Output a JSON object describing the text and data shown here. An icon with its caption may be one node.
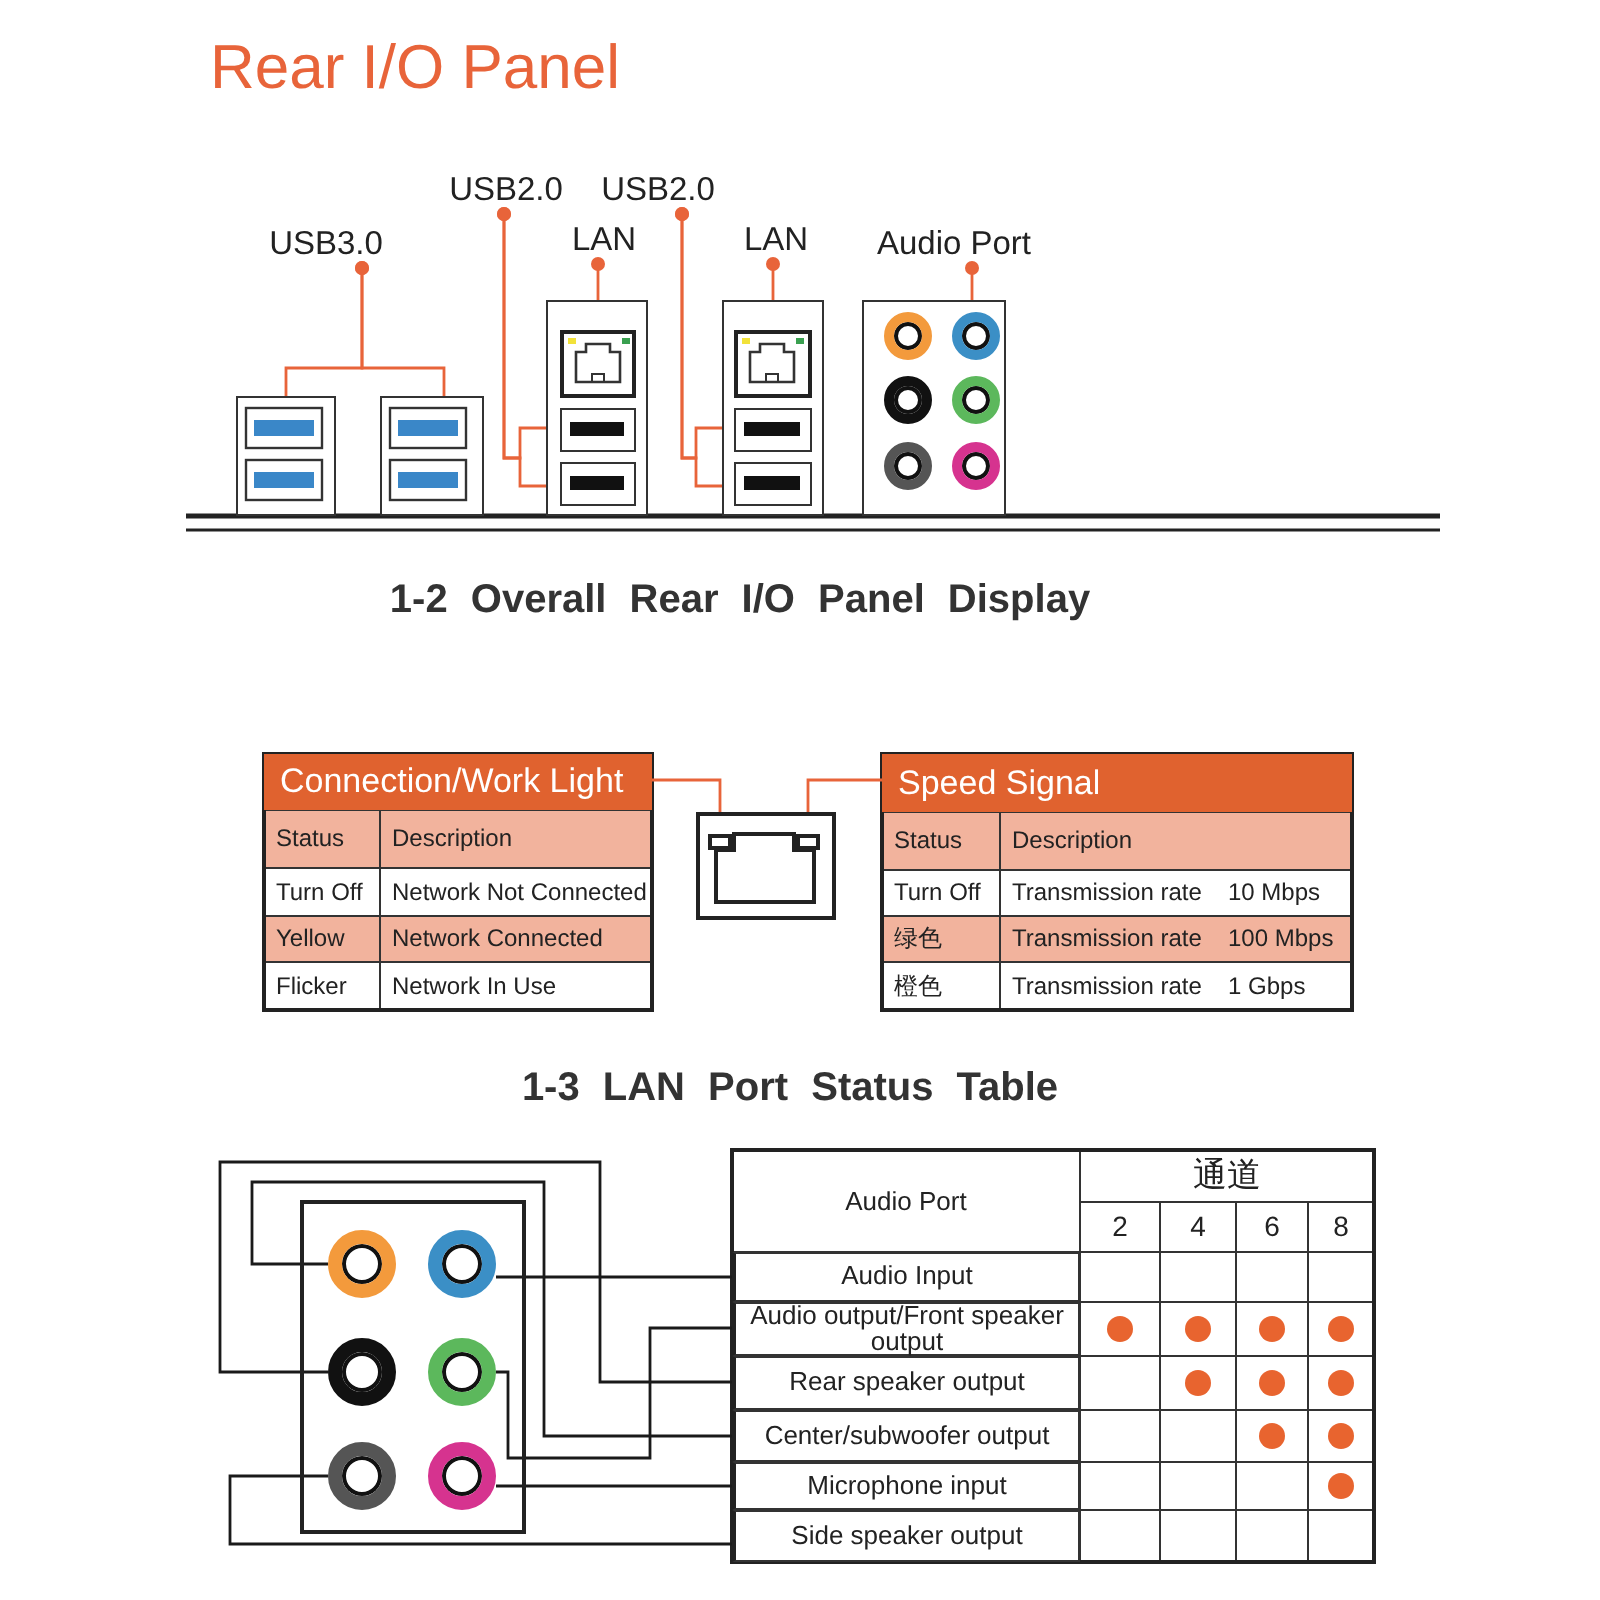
{
  "diagram": {
    "title": "Rear I/O Panel",
    "nodes": [
      {
        "text": [
          "USB3.0"
        ]
      },
      {
        "text": [
          "USB2.0"
        ]
      },
      {
        "text": [
          "LAN"
        ]
      },
      {
        "text": [
          "USB2.0"
        ]
      },
      {
        "text": [
          "LAN"
        ]
      },
      {
        "text": [
          "Audio Port"
        ]
      },
      {
        "text": [],
        "shape": "box"
      },
      {
        "text": [],
        "shape": "box"
      },
      {
        "text": [],
        "shape": "box"
      },
      {
        "text": [],
        "shape": "box",
        "in": 8
      },
      {
        "text": [],
        "shape": "box",
        "in": 8
      },
      {
        "text": [],
        "shape": "box",
        "in": 8
      },
      {
        "text": [],
        "shape": "box"
      },
      {
        "text": [],
        "shape": "box",
        "in": 12
      },
      {
        "text": [],
        "shape": "box",
        "in": 12
      },
      {
        "text": [],
        "shape": "box",
        "in": 12
      },
      {
        "text": [],
        "shape": "box"
      },
      {
        "text": [],
        "shape": "circle",
        "in": 16
      },
      {
        "text": [],
        "shape": "circle",
        "in": 16
      },
      {
        "text": [],
        "shape": "circle",
        "in": 16
      },
      {
        "text": [],
        "shape": "circle",
        "in": 16
      },
      {
        "text": [],
        "shape": "circle",
        "in": 16
      },
      {
        "text": [],
        "shape": "circle",
        "in": 16
      },
      {
        "text": [
          "Connection/Work Light"
        ]
      },
      {
        "text": [],
        "shape": "box"
      },
      {
        "text": [],
        "shape": "box",
        "in": 24
      },
      {
        "text": [],
        "shape": "box",
        "in": 24
      },
      {
        "text": [
          "Speed Signal"
        ]
      },
      {
        "text": [],
        "shape": "box"
      },
      {
        "text": [],
        "shape": "circle",
        "in": 28
      },
      {
        "text": [],
        "shape": "circle",
        "in": 28
      },
      {
        "text": [],
        "shape": "circle",
        "in": 28
      },
      {
        "text": [],
        "shape": "circle",
        "in": 28
      },
      {
        "text": [],
        "shape": "circle",
        "in": 28
      },
      {
        "text": [],
        "shape": "circle",
        "in": 28
      },
      {
        "text": [
          "Audio Input"
        ]
      },
      {
        "text": [
          "Audio output/Front speaker output"
        ]
      },
      {
        "text": [
          "Rear speaker output"
        ]
      },
      {
        "text": [
          "Center/subwoofer output"
        ]
      },
      {
        "text": [
          "Microphone input"
        ]
      },
      {
        "text": [
          "Side speaker output"
        ]
      }
    ],
    "edges": [
      {
        "from": 0,
        "to": 6,
        "arrow": "other"
      },
      {
        "from": 0,
        "to": 7,
        "arrow": "other"
      },
      {
        "from": 1,
        "to": 10,
        "arrow": "other"
      },
      {
        "from": 1,
        "to": 11,
        "arrow": "other"
      },
      {
        "from": 2,
        "to": 9,
        "arrow": "other"
      },
      {
        "from": 3,
        "to": 14,
        "arrow": "other"
      },
      {
        "from": 3,
        "to": 15,
        "arrow": "other"
      },
      {
        "from": 4,
        "to": 13,
        "arrow": "other"
      },
      {
        "from": 5,
        "to": 16,
        "arrow": "other"
      },
      {
        "from": 23,
        "to": 25,
        "arrow": "none"
      },
      {
        "from": 27,
        "to": 26,
        "arrow": "none"
      },
      {
        "from": 30,
        "to": 35,
        "arrow": "none",
        "color": "#1a1a1a"
      },
      {
        "from": 32,
        "to": 36,
        "arrow": "none",
        "color": "#1a1a1a"
      },
      {
        "from": 31,
        "to": 37,
        "arrow": "none",
        "color": "#1a1a1a"
      },
      {
        "from": 29,
        "to": 38,
        "arrow": "none",
        "color": "#1a1a1a"
      },
      {
        "from": 34,
        "to": 39,
        "arrow": "none",
        "color": "#1a1a1a"
      },
      {
        "from": 33,
        "to": 40,
        "arrow": "none",
        "color": "#1a1a1a"
      }
    ],
    "labels": [
      "1-2 Overall Rear I/O Panel Display",
      "Status",
      "Description",
      "Turn Off",
      "Network Not Connected",
      "Yellow",
      "Network Connected",
      "Flicker",
      "Network In Use",
      "Status",
      "Description",
      "Turn Off",
      "Transmission rate",
      "10 Mbps",
      "绿色",
      "Transmission rate",
      "100 Mbps",
      "橙色",
      "Transmission rate",
      "1 Gbps",
      "1-3 LAN Port Status Table",
      "Audio Port",
      "通道",
      "2",
      "4",
      "6",
      "8"
    ]
  }
}
